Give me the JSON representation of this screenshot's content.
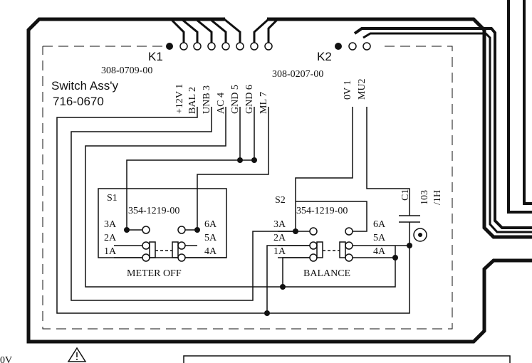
{
  "connectors": {
    "k1": {
      "ref": "K1",
      "part": "308-0709-00",
      "pins": [
        "+12V 1",
        "BAL 2",
        "UNB 3",
        "AC 4",
        "GND 5",
        "GND 6",
        "ML 7"
      ]
    },
    "k2": {
      "ref": "K2",
      "part": "308-0207-00",
      "pins": [
        "0V 1",
        "MU2"
      ]
    }
  },
  "assembly": {
    "name": "Switch Ass'y",
    "number": "716-0670"
  },
  "switches": {
    "s1": {
      "ref": "S1",
      "part": "354-1219-00",
      "name": "METER OFF",
      "terminals_left": [
        "3A",
        "2A",
        "1A"
      ],
      "terminals_right": [
        "6A",
        "5A",
        "4A"
      ]
    },
    "s2": {
      "ref": "S2",
      "part": "354-1219-00",
      "name": "BALANCE",
      "terminals_left": [
        "3A",
        "2A",
        "1A"
      ],
      "terminals_right": [
        "6A",
        "5A",
        "4A"
      ]
    }
  },
  "capacitor": {
    "ref": "C1",
    "value": "103",
    "rating": "/1H"
  },
  "footer": {
    "partial_label": "0V",
    "warning_icon": "warning-triangle-icon"
  }
}
